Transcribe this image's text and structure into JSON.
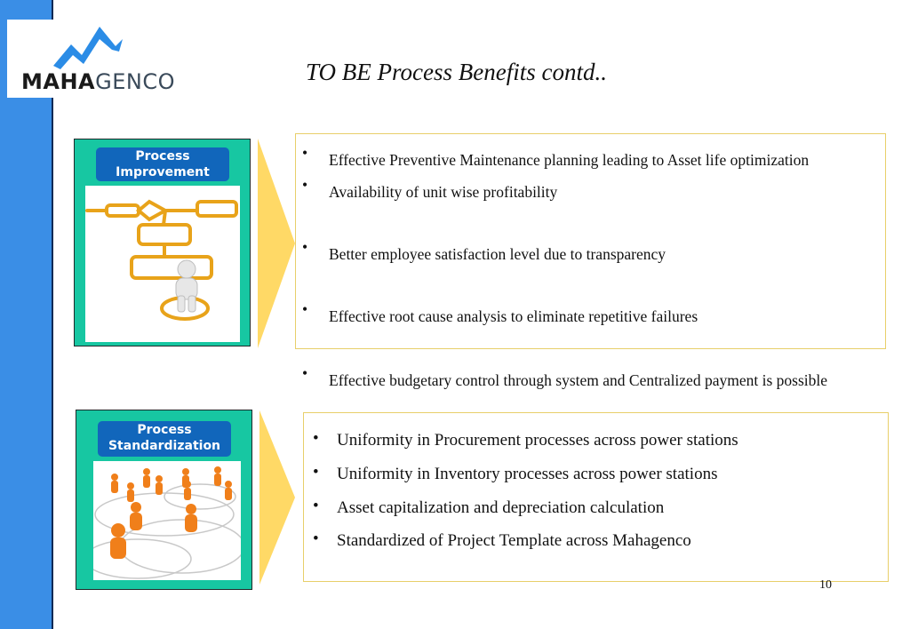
{
  "logo": {
    "part1": "MAHA",
    "part2": "GENCO"
  },
  "slide": {
    "title": "TO BE Process Benefits contd..",
    "page_number": "10"
  },
  "colors": {
    "left_bar": "#3a8ee6",
    "tile_bg": "#17c7a2",
    "label_bg": "#1166bb",
    "arrow": "#ffd966",
    "panel_border": "#e8cf6a"
  },
  "tile1": {
    "label": "Process\nImprovement",
    "icon": "flowchart-person-illustration"
  },
  "tile2": {
    "label": "Process\nStandardization",
    "icon": "people-network-illustration"
  },
  "benefits1": [
    "Effective Preventive Maintenance planning leading to Asset life optimization",
    "Availability of unit wise profitability",
    "Better employee satisfaction level due to transparency",
    "Effective root cause analysis to eliminate repetitive failures",
    "Effective budgetary control through system and Centralized payment is possible"
  ],
  "benefits2": [
    "Uniformity in Procurement processes across power stations",
    "Uniformity in Inventory processes across power stations",
    "Asset capitalization and depreciation  calculation",
    "Standardized of Project Template across Mahagenco"
  ]
}
